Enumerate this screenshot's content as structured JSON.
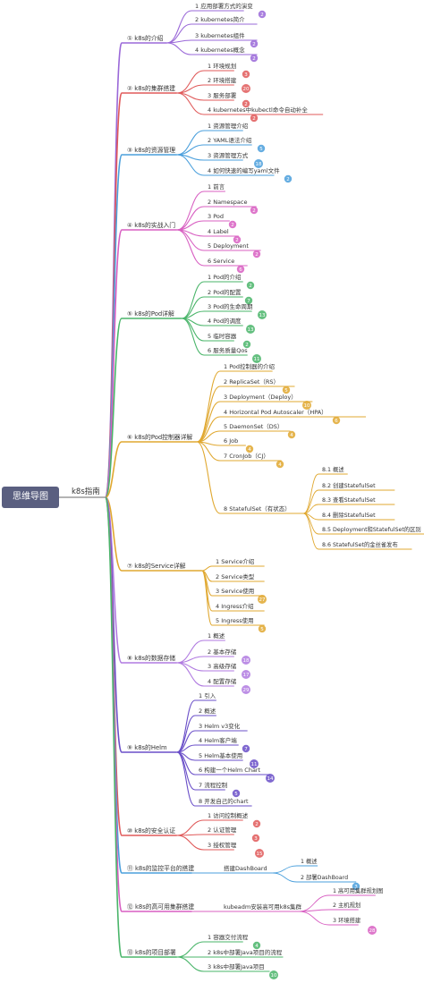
{
  "root": {
    "title": "思维导图"
  },
  "main": {
    "label": "k8s指南"
  },
  "topics": [
    {
      "label": "① k8s的介绍",
      "color": "#9a68d8",
      "items": [
        {
          "label": "1 应用部署方式的演变",
          "badge": "2"
        },
        {
          "label": "2 kubernetes简介",
          "badge": ""
        },
        {
          "label": "3 kubernetes组件",
          "badge": "2"
        },
        {
          "label": "4 kubernetes概念",
          "badge": "2"
        }
      ]
    },
    {
      "label": "② k8s的集群搭建",
      "color": "#e05a5a",
      "items": [
        {
          "label": "1 环境规划",
          "badge": "3"
        },
        {
          "label": "2 环境搭建",
          "badge": "20"
        },
        {
          "label": "3 服务部署",
          "badge": "2"
        },
        {
          "label": "4 kubernetes中kubectl命令自动补全",
          "badge": "2"
        }
      ]
    },
    {
      "label": "③ k8s的资源管理",
      "color": "#4a9fdc",
      "items": [
        {
          "label": "1 资源管理介绍",
          "badge": ""
        },
        {
          "label": "2 YAML语法介绍",
          "badge": "5"
        },
        {
          "label": "3 资源管理方式",
          "badge": "18"
        },
        {
          "label": "4 如何快速的编写yaml文件",
          "badge": "2"
        }
      ]
    },
    {
      "label": "④ k8s的实战入门",
      "color": "#d85fc2",
      "items": [
        {
          "label": "1 前言",
          "badge": ""
        },
        {
          "label": "2 Namespace",
          "badge": "2"
        },
        {
          "label": "3 Pod",
          "badge": "2"
        },
        {
          "label": "4 Label",
          "badge": "2"
        },
        {
          "label": "5 Deployment",
          "badge": "2"
        },
        {
          "label": "6 Service",
          "badge": "6"
        }
      ]
    },
    {
      "label": "⑤ k8s的Pod详解",
      "color": "#4ab56a",
      "items": [
        {
          "label": "1 Pod的介绍",
          "badge": "2"
        },
        {
          "label": "2 Pod的配置",
          "badge": "7"
        },
        {
          "label": "3 Pod的生命周期",
          "badge": "13"
        },
        {
          "label": "4 Pod的调度",
          "badge": "13"
        },
        {
          "label": "5 临时容器",
          "badge": "2"
        },
        {
          "label": "6 服务质量Qos",
          "badge": "11"
        }
      ]
    },
    {
      "label": "⑥ k8s的Pod控制器详解",
      "color": "#e0a830",
      "items": [
        {
          "label": "1 Pod控制器的介绍",
          "badge": ""
        },
        {
          "label": "2 ReplicaSet（RS）",
          "badge": "5"
        },
        {
          "label": "3 Deployment（Deploy）",
          "badge": "10"
        },
        {
          "label": "4 Horizontal Pod Autoscaler（HPA）",
          "badge": "6"
        },
        {
          "label": "5 DaemonSet（DS）",
          "badge": "4"
        },
        {
          "label": "6 Job",
          "badge": "4"
        },
        {
          "label": "7 CronJob（CJ）",
          "badge": "4"
        },
        {
          "label": "8 StatefulSet（有状态）",
          "badge": "",
          "children": [
            "8.1 概述",
            "8.2 创建StatefulSet",
            "8.3 查看StatefulSet",
            "8.4 删除StatefulSet",
            "8.5 Deployment和StatefulSet的区别",
            "8.6 StatefulSet的金丝雀发布"
          ]
        }
      ]
    },
    {
      "label": "⑦ k8s的Service详解",
      "color": "#e0a830",
      "items": [
        {
          "label": "1 Service介绍",
          "badge": ""
        },
        {
          "label": "2 Service类型",
          "badge": ""
        },
        {
          "label": "3 Service使用",
          "badge": "27"
        },
        {
          "label": "4 Ingress介绍",
          "badge": ""
        },
        {
          "label": "5 Ingress使用",
          "badge": "5"
        }
      ]
    },
    {
      "label": "⑧ k8s的数据存储",
      "color": "#b07ae0",
      "items": [
        {
          "label": "1 概述",
          "badge": ""
        },
        {
          "label": "2 基本存储",
          "badge": "18"
        },
        {
          "label": "3 高级存储",
          "badge": "17"
        },
        {
          "label": "4 配置存储",
          "badge": "29"
        }
      ]
    },
    {
      "label": "⑨ k8s的Helm",
      "color": "#6a4fc8",
      "items": [
        {
          "label": "1 引入",
          "badge": ""
        },
        {
          "label": "2 概述",
          "badge": ""
        },
        {
          "label": "3 Helm v3变化",
          "badge": ""
        },
        {
          "label": "4 Helm客户端",
          "badge": "7"
        },
        {
          "label": "5 Helm基本使用",
          "badge": "11"
        },
        {
          "label": "6 构建一个Helm Chart",
          "badge": "14"
        },
        {
          "label": "7 流程控制",
          "badge": "5"
        },
        {
          "label": "8 开发自己的chart",
          "badge": ""
        }
      ]
    },
    {
      "label": "⑩ k8s的安全认证",
      "color": "#e05a5a",
      "items": [
        {
          "label": "1 访问控制概述",
          "badge": "2"
        },
        {
          "label": "2 认证管理",
          "badge": "3"
        },
        {
          "label": "3 授权管理",
          "badge": "15"
        }
      ]
    },
    {
      "label": "⑪ k8s的监控平台的搭建",
      "color": "#4a9fdc",
      "items": [
        {
          "label": "搭建DashBoard",
          "badge": "",
          "children": [
            "1 概述",
            "2 部署DashBoard"
          ]
        }
      ]
    },
    {
      "label": "⑫ k8s的高可用集群搭建",
      "color": "#d85fc2",
      "items": [
        {
          "label": "kubeadm安装高可用k8s集群",
          "badge": "",
          "children": [
            "1 高可用集群规划图",
            "2 主机规划",
            "3 环境搭建"
          ]
        }
      ]
    },
    {
      "label": "⑬ k8s的项目部署",
      "color": "#4ab56a",
      "items": [
        {
          "label": "1 容器交付流程",
          "badge": "4"
        },
        {
          "label": "2 k8s中部署Java项目的流程",
          "badge": ""
        },
        {
          "label": "3 k8s中部署Java项目",
          "badge": "10"
        }
      ]
    }
  ],
  "extra_badges": {
    "dashboard_deploy": "3",
    "ha_env": "28"
  }
}
